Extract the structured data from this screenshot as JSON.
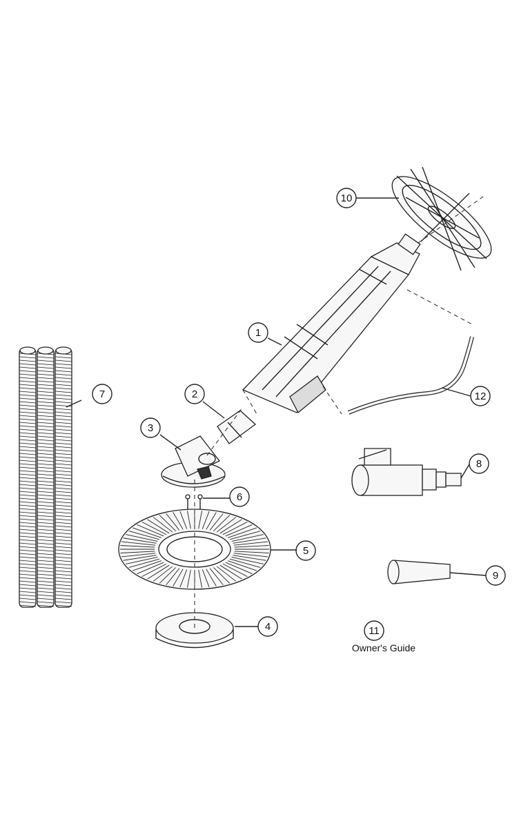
{
  "callouts": [
    {
      "id": "part-1",
      "number": "1"
    },
    {
      "id": "part-2",
      "number": "2"
    },
    {
      "id": "part-3",
      "number": "3"
    },
    {
      "id": "part-4",
      "number": "4"
    },
    {
      "id": "part-5",
      "number": "5"
    },
    {
      "id": "part-6",
      "number": "6"
    },
    {
      "id": "part-7",
      "number": "7"
    },
    {
      "id": "part-8",
      "number": "8"
    },
    {
      "id": "part-9",
      "number": "9"
    },
    {
      "id": "part-10",
      "number": "10"
    },
    {
      "id": "part-11",
      "number": "11"
    },
    {
      "id": "part-12",
      "number": "12"
    }
  ],
  "part_11_caption": "Owner's Guide"
}
